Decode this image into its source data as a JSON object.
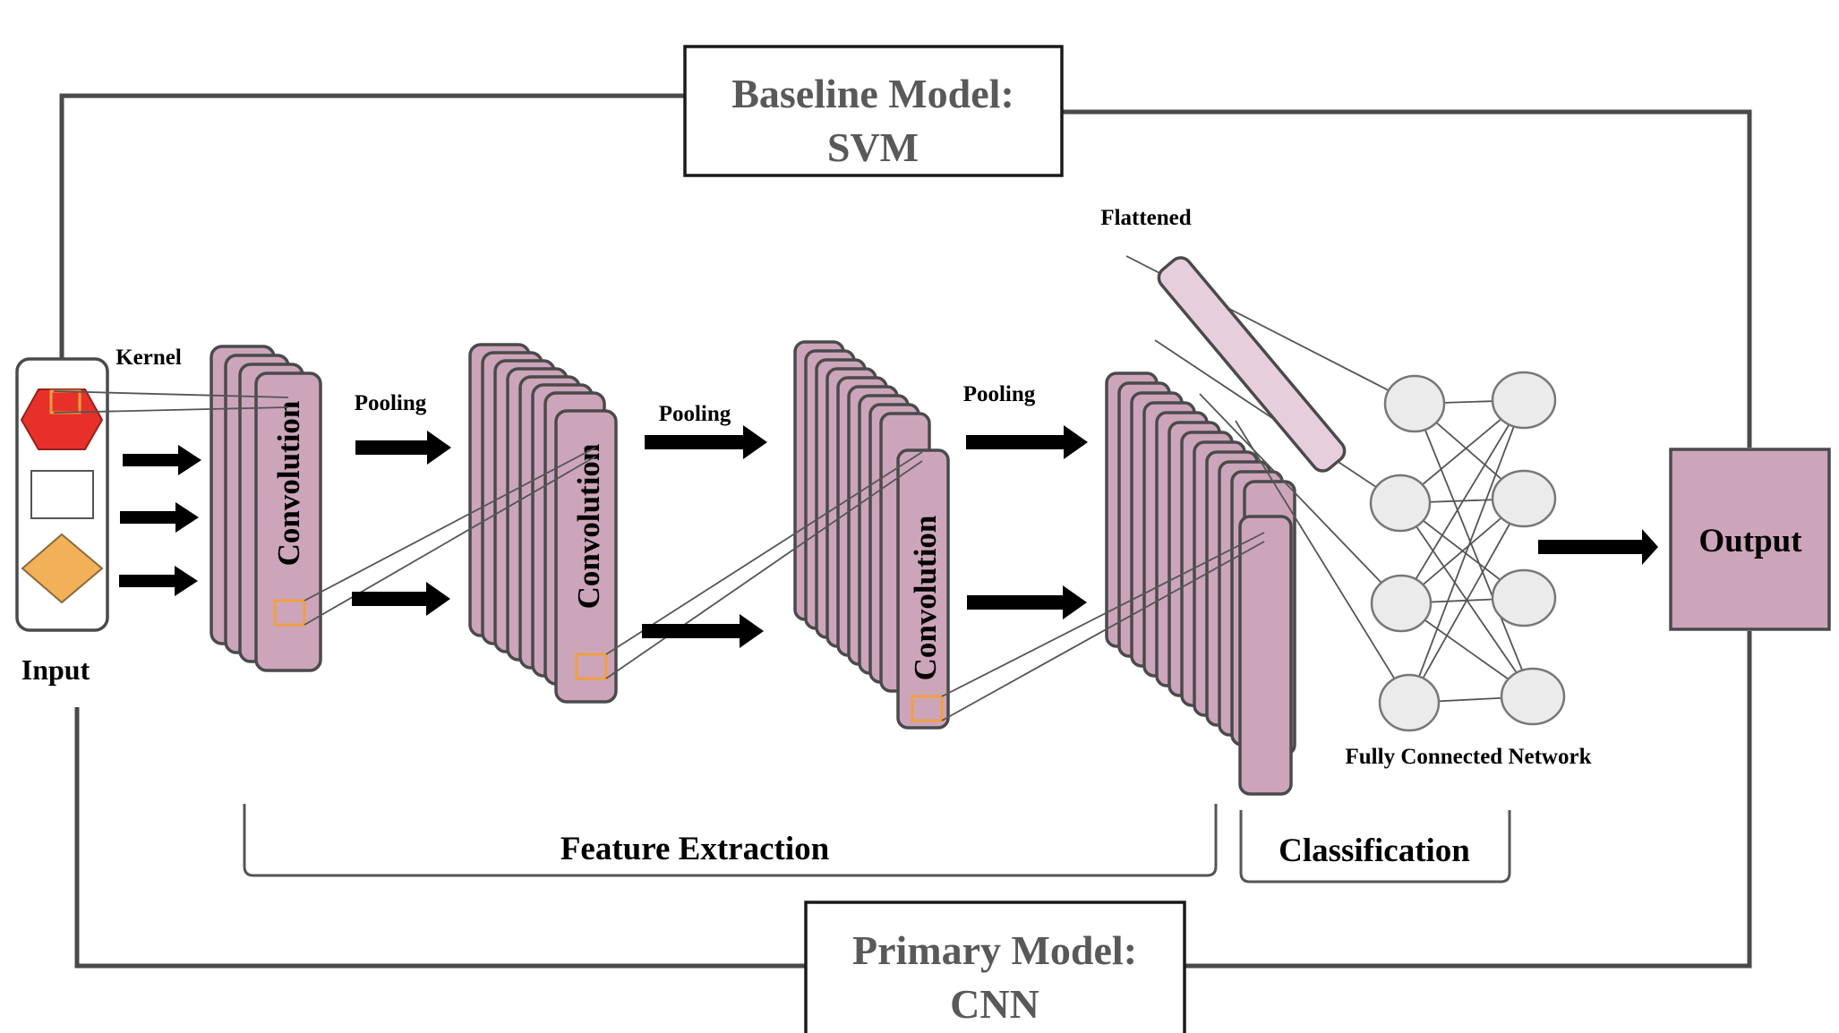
{
  "baseline_model": {
    "line1": "Baseline Model:",
    "line2": "SVM"
  },
  "primary_model": {
    "line1": "Primary Model:",
    "line2": "CNN"
  },
  "labels": {
    "kernel": "Kernel",
    "input": "Input",
    "pooling": "Pooling",
    "convolution": "Convolution",
    "flattened": "Flattened",
    "fully_connected": "Fully Connected Network",
    "output": "Output",
    "feature_extraction": "Feature Extraction",
    "classification": "Classification"
  },
  "input_shapes": [
    "red-hexagon",
    "white-square",
    "orange-diamond"
  ],
  "colors": {
    "feature_map": "#cca5ba",
    "hexagon": "#e8302a",
    "diamond": "#f2b158",
    "kernel_outline": "#f0a040",
    "frame": "#4a4a4a",
    "node": "#ebebeb"
  }
}
